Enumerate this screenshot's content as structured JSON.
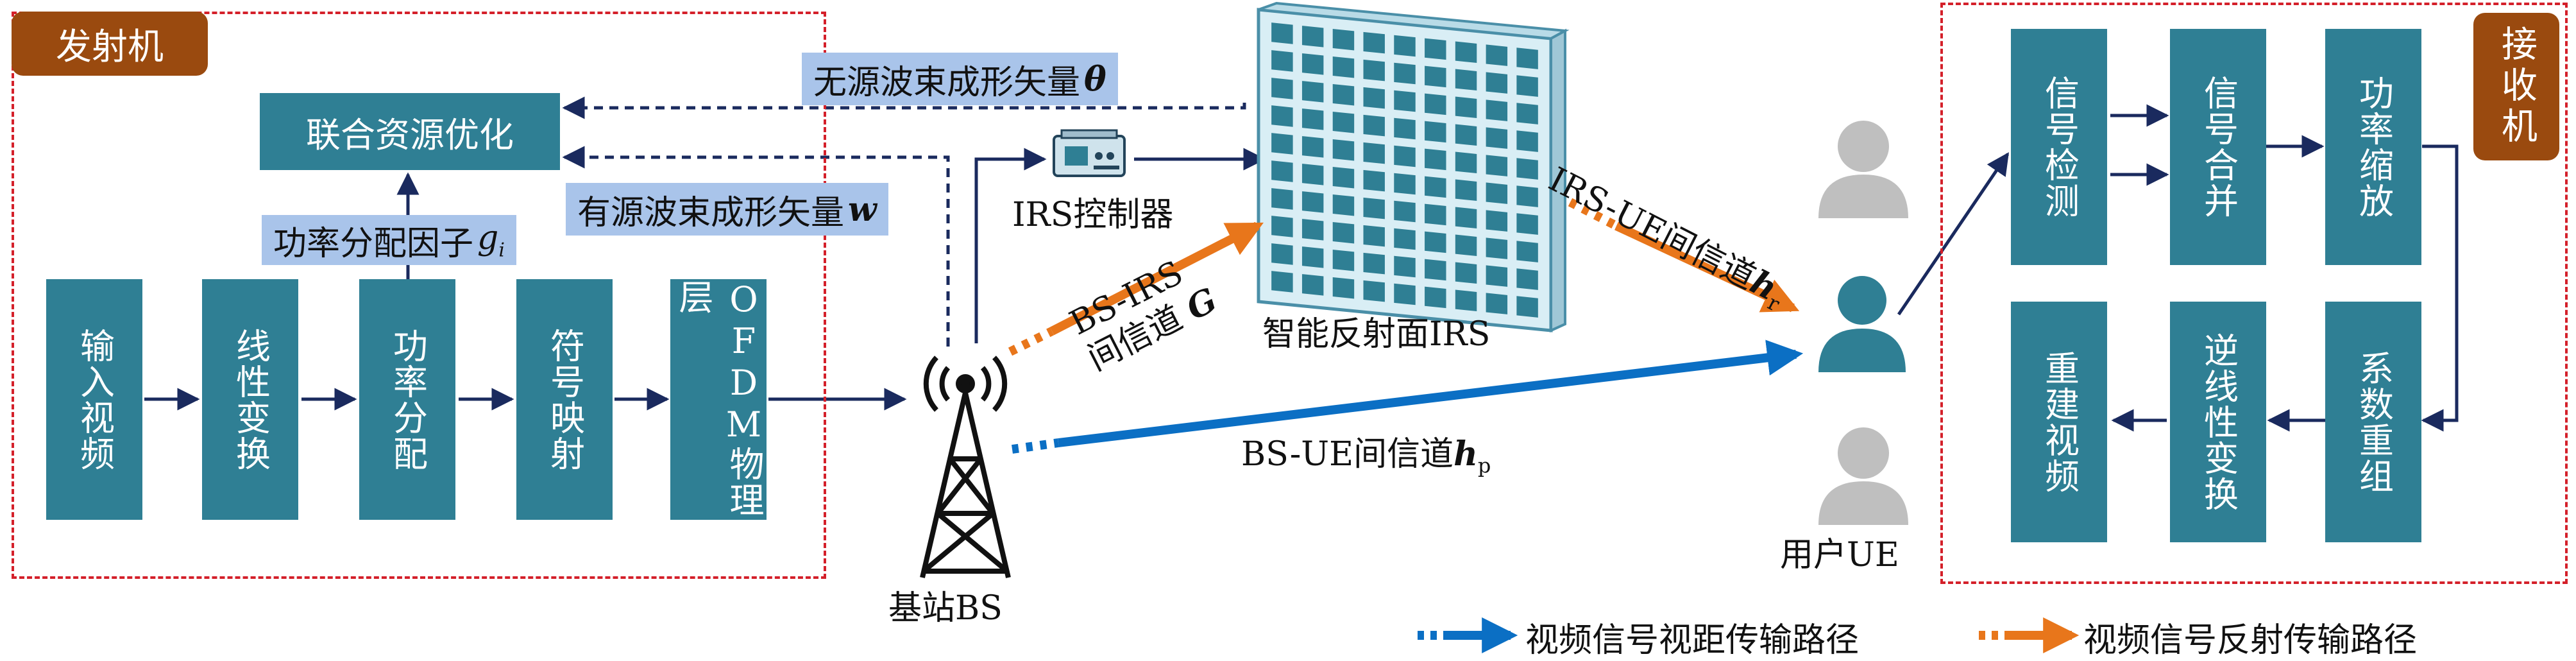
{
  "transmitter": {
    "title": "发射机",
    "joint_opt": "联合资源优化",
    "power_factor": "功率分配因子",
    "power_factor_sym": "g",
    "power_factor_sub": "i",
    "blocks": [
      "输入视频",
      "线性变换",
      "功率分配",
      "符号映射",
      "OFDM物理层"
    ]
  },
  "passive_beam": {
    "text": "无源波束成形矢量",
    "sym": "θ"
  },
  "active_beam": {
    "text": "有源波束成形矢量",
    "sym": "w"
  },
  "irs_controller": "IRS控制器",
  "irs": "智能反射面IRS",
  "base_station": "基站BS",
  "user": "用户UE",
  "bs_irs": {
    "line1": "BS-IRS",
    "line2": "间信道",
    "sym": "G"
  },
  "irs_ue": {
    "text": "IRS-UE间信道",
    "sym": "h",
    "sub": "r"
  },
  "bs_ue": {
    "text": "BS-UE间信道",
    "sym": "h",
    "sub": "p"
  },
  "receiver": {
    "title": "接收机",
    "blocks_top": [
      "信号检测",
      "信号合并",
      "功率缩放"
    ],
    "blocks_bottom": [
      "重建视频",
      "逆线性变换",
      "系数重组"
    ]
  },
  "legend": {
    "los": "视频信号视距传输路径",
    "reflect": "视频信号反射传输路径"
  },
  "colors": {
    "block": "#2f7f94",
    "label_bg": "#a9c4ea",
    "dashed_box": "#d4202a",
    "tag": "#9a4a0f",
    "los_path": "#0b6fc4",
    "reflect_path": "#e8761b",
    "arrow": "#1a2a5e"
  }
}
